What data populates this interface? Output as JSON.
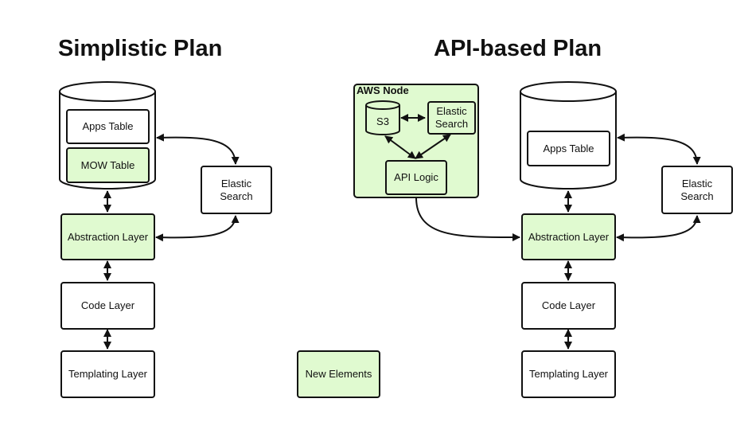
{
  "colors": {
    "new_element_fill": "#e0fad0",
    "stroke": "#111111",
    "background": "#ffffff"
  },
  "simplistic": {
    "title": "Simplistic Plan",
    "database": {
      "tables": [
        "Apps Table",
        "MOW Table"
      ]
    },
    "elastic": "Elastic\nSearch",
    "layers": [
      "Abstraction Layer",
      "Code Layer",
      "Templating Layer"
    ]
  },
  "api": {
    "title": "API-based Plan",
    "aws_node": {
      "label": "AWS Node",
      "s3": "S3",
      "elastic": "Elastic Search",
      "api_logic": "API Logic"
    },
    "database": {
      "tables": [
        "Apps Table"
      ]
    },
    "elastic": "Elastic Search",
    "layers": [
      "Abstraction Layer",
      "Code Layer",
      "Templating Layer"
    ]
  },
  "legend": {
    "label": "New Elements"
  }
}
